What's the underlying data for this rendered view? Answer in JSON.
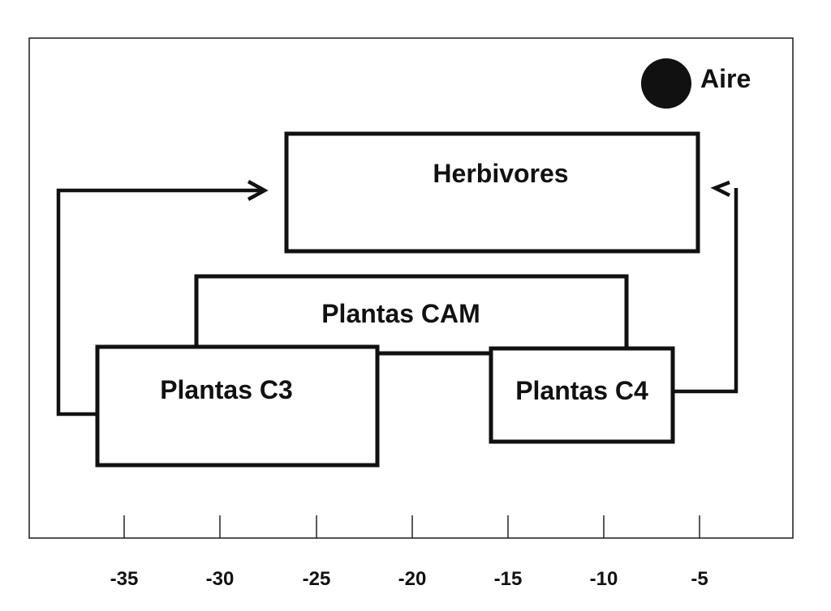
{
  "diagram": {
    "legend": {
      "label": "Aire",
      "marker_color": "#111111"
    },
    "boxes": {
      "herbivores": "Herbivores",
      "cam": "Plantas CAM",
      "c3": "Plantas C3",
      "c4": "Plantas C4"
    },
    "x_ticks": [
      "-35",
      "-30",
      "-25",
      "-20",
      "-15",
      "-10",
      "-5"
    ]
  }
}
